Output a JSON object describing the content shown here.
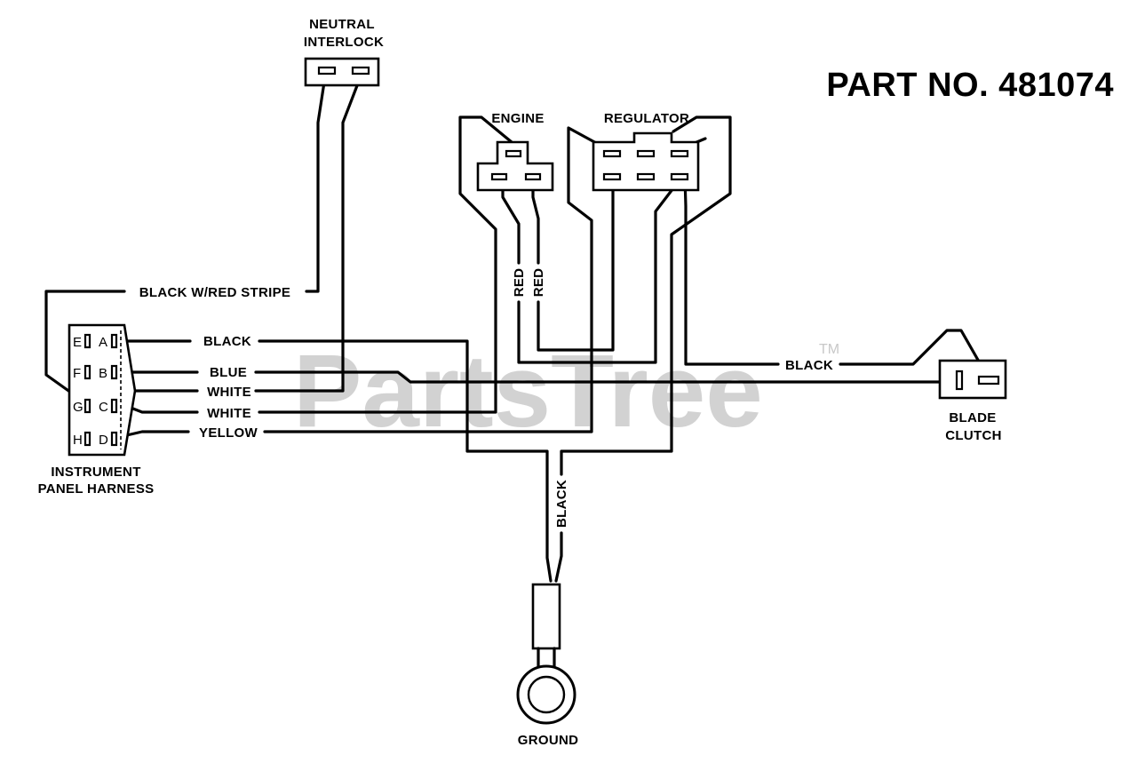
{
  "diagram": {
    "part_number": "PART NO. 481074",
    "watermark": "PartsTree",
    "trademark": "TM",
    "components": {
      "neutral_interlock": {
        "line1": "NEUTRAL",
        "line2": "INTERLOCK"
      },
      "engine": {
        "label": "ENGINE"
      },
      "regulator": {
        "label": "REGULATOR"
      },
      "instrument_panel_harness": {
        "line1": "INSTRUMENT",
        "line2": "PANEL HARNESS"
      },
      "blade_clutch": {
        "line1": "BLADE",
        "line2": "CLUTCH"
      },
      "ground": {
        "label": "GROUND"
      }
    },
    "harness_pins": {
      "left": [
        "E",
        "F",
        "G",
        "H"
      ],
      "right": [
        "A",
        "B",
        "C",
        "D"
      ]
    },
    "wires": {
      "black_red_stripe": "BLACK W/RED STRIPE",
      "black_a": "BLACK",
      "blue_b": "BLUE",
      "white_c1": "WHITE",
      "white_c2": "WHITE",
      "yellow_d": "YELLOW",
      "red_1": "RED",
      "red_2": "RED",
      "black_clutch": "BLACK",
      "black_ground": "BLACK"
    }
  }
}
